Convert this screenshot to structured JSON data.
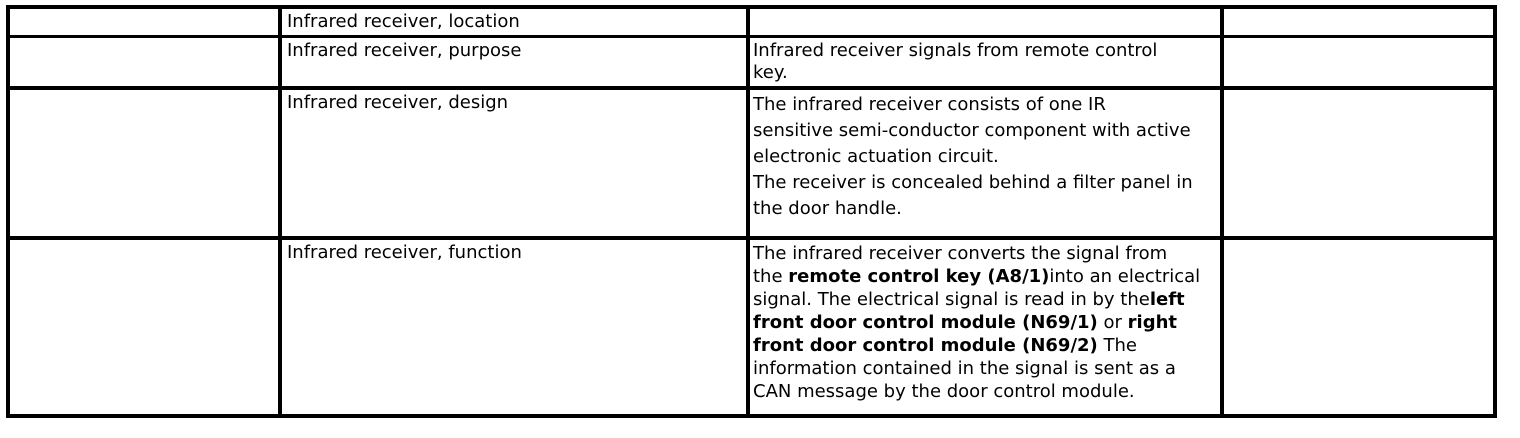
{
  "colors": {
    "border": "#000000",
    "text": "#000000",
    "background": "#ffffff"
  },
  "table": {
    "rows": [
      {
        "label": "Infrared receiver, location",
        "desc": []
      },
      {
        "label": "Infrared receiver, purpose",
        "desc": [
          [
            [
              "r",
              "Infrared receiver signals from remote control"
            ]
          ],
          [
            [
              "r",
              "key."
            ]
          ]
        ]
      },
      {
        "label": "Infrared receiver, design",
        "desc": [
          [
            [
              "r",
              "The infrared receiver consists of one IR"
            ]
          ],
          [
            [
              "r",
              "sensitive semi-conductor component with active"
            ]
          ],
          [
            [
              "r",
              "electronic actuation circuit."
            ]
          ],
          [
            [
              "r",
              "The receiver is concealed behind a filter panel in"
            ]
          ],
          [
            [
              "r",
              "the door handle."
            ]
          ]
        ]
      },
      {
        "label": "Infrared receiver, function",
        "desc": [
          [
            [
              "r",
              "The infrared receiver converts the signal from"
            ]
          ],
          [
            [
              "r",
              "the "
            ],
            [
              "b",
              "remote control key (A8/1)"
            ],
            [
              "r",
              "into an electrical"
            ]
          ],
          [
            [
              "r",
              "signal. The electrical signal is read in by the"
            ],
            [
              "b",
              "left"
            ]
          ],
          [
            [
              "b",
              "front door control module (N69/1)"
            ],
            [
              "r",
              " or "
            ],
            [
              "b",
              "right"
            ]
          ],
          [
            [
              "b",
              "front door control module (N69/2)"
            ],
            [
              "r",
              " The"
            ]
          ],
          [
            [
              "r",
              "information contained in the signal is sent as a"
            ]
          ],
          [
            [
              "r",
              "CAN message by the door control module."
            ]
          ]
        ]
      }
    ]
  }
}
